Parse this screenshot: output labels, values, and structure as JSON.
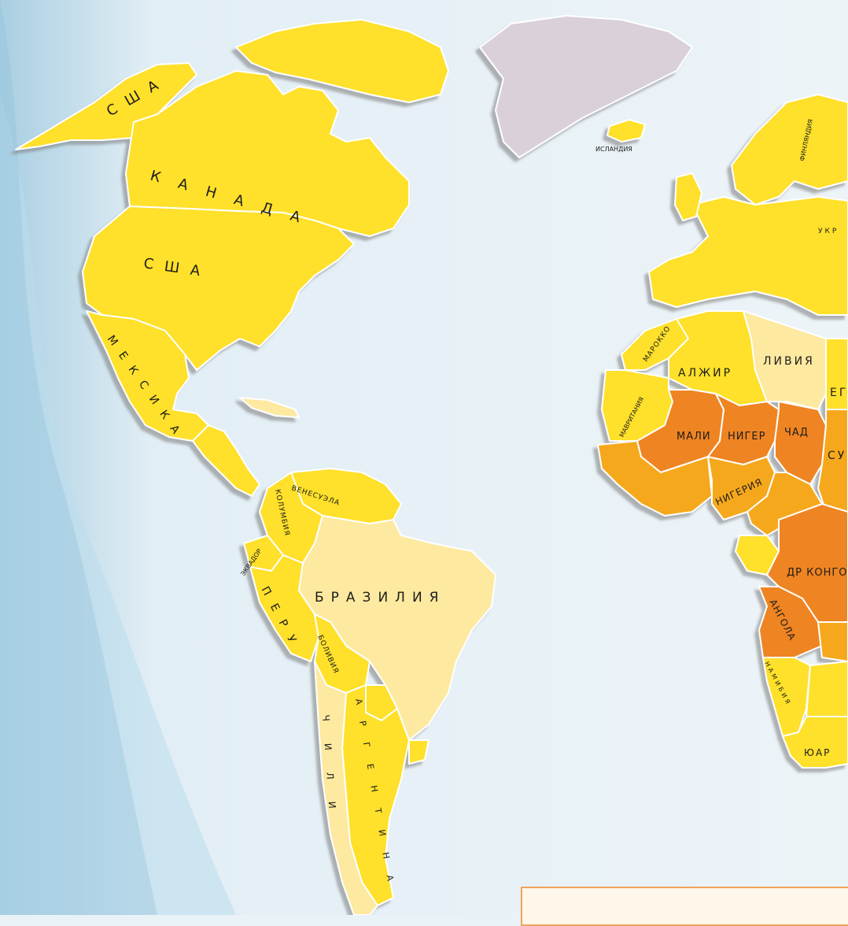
{
  "colors": {
    "ocean": "#e9f2f7",
    "level_low": "#ffe02a",
    "level_pale": "#fde9a0",
    "level_mid": "#f6a81f",
    "level_high": "#ef8423",
    "greenland": "#d9d0d9",
    "border": "#ffffff",
    "legend_border": "#f1a35a"
  },
  "labels": {
    "usa_alaska": "США",
    "canada": "КАНАДА",
    "usa": "США",
    "iceland": "ИСЛАНДИЯ",
    "finland": "ФИНЛЯНДИЯ",
    "ukraine": "УКР",
    "mexico": "МЕКСИКА",
    "morocco": "МАРОККО",
    "algeria": "АЛЖИР",
    "libya": "ЛИВИЯ",
    "egypt": "ЕГ",
    "mauritania": "МАВРИТАНИЯ",
    "mali": "МАЛИ",
    "niger": "НИГЕР",
    "chad": "ЧАД",
    "sudan": "СУ",
    "nigeria": "НИГЕРИЯ",
    "venezuela": "ВЕНЕСУЭЛА",
    "colombia": "КОЛУМБИЯ",
    "ecuador": "ЭКВАДОР",
    "peru": "ПЕРУ",
    "brazil": "БРАЗИЛИЯ",
    "bolivia": "БОЛИВИЯ",
    "argentina": "АРГЕНТИНА",
    "chile": "ЧИЛИ",
    "dr_congo": "ДР КОНГО",
    "angola": "АНГОЛА",
    "namibia": "НАМИБИЯ",
    "south_africa": "ЮАР"
  }
}
